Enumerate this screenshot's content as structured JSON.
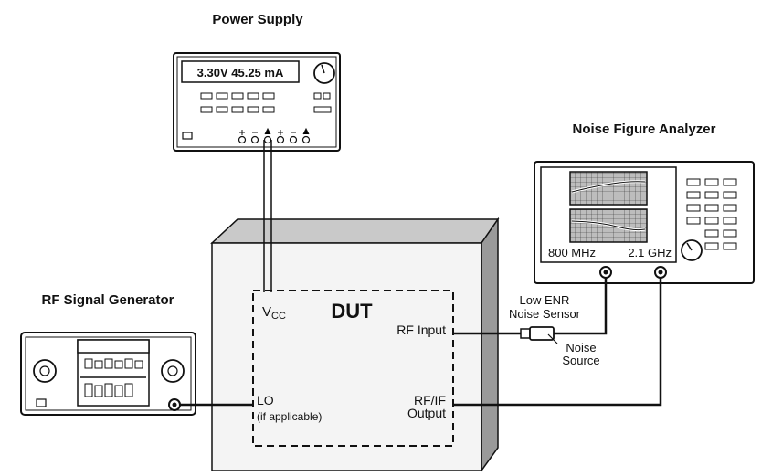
{
  "power_supply": {
    "title": "Power Supply",
    "display": "3.30V  45.25 mA"
  },
  "noise_figure_analyzer": {
    "title": "Noise Figure Analyzer",
    "freq_start": "800 MHz",
    "freq_stop": "2.1 GHz"
  },
  "rf_signal_generator": {
    "title": "RF Signal Generator"
  },
  "dut": {
    "title": "DUT",
    "vcc_main": "V",
    "vcc_sub": "CC",
    "rf_input": "RF Input",
    "lo": "LO",
    "lo_note": "(if applicable)",
    "rfif_line1": "RF/IF",
    "rfif_line2": "Output"
  },
  "noise_sensor": {
    "line1": "Low ENR",
    "line2": "Noise Sensor"
  },
  "noise_source": {
    "line1": "Noise",
    "line2": "Source"
  },
  "colors": {
    "line": "#111111",
    "box_front": "#f4f4f4",
    "box_top": "#c9c9c9",
    "box_side": "#9a9a9a",
    "screen": "#b8b8b8"
  }
}
